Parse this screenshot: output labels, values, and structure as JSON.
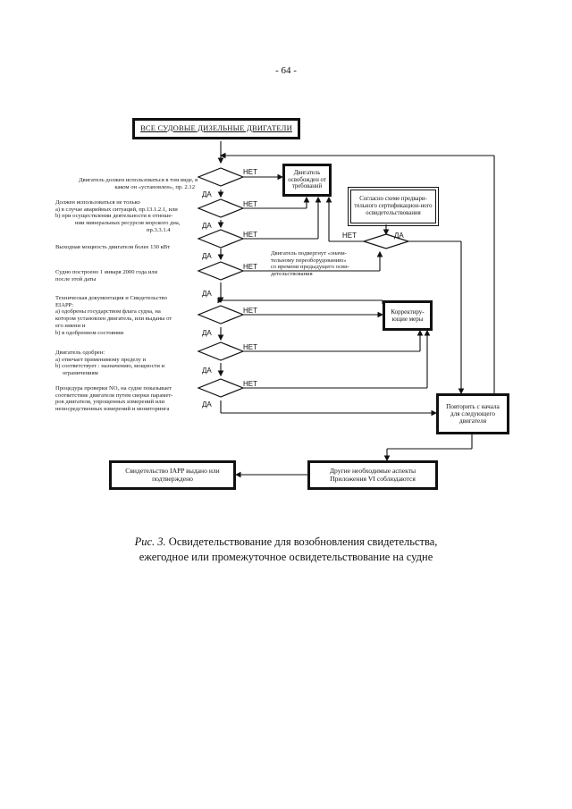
{
  "page_number": "- 64 -",
  "flow": {
    "title": "ВСЕ СУДОВЫЕ ДИЗЕЛЬНЫЕ ДВИГАТЕЛИ",
    "yes": "ДА",
    "no": "НЕТ",
    "questions": [
      [
        "Двигатель должен использоваться в том виде, в",
        "каком он «установлен», пр. 2.12"
      ],
      [
        "Должен использоваться не только",
        "a) в случае аварийных ситуаций, пр.13.1.2.1, или",
        "b) при осуществлении деятельности в отноше-",
        "нии минеральных ресурсов морского дна,",
        "пр.3.3.1.4"
      ],
      [
        "Выходная мощность двигателя более 130 кВт"
      ],
      [
        "Судно построено 1 января 2000 года или",
        "после этой даты"
      ],
      [
        "Техническая документация и Свидетельство",
        "EIAPP:",
        "a) одобрены государством флага судна, на",
        "котором установлен двигатель, или выданы от",
        "его имени и",
        "b) в одобренном состоянии"
      ],
      [
        "Двигатель одобрен:",
        "a) отвечает применимому пределу и",
        "b) соответствует : назначению, мощности и",
        "ограничениям"
      ],
      [
        "Процедура проверки NOₓ на судне показывает",
        "соответствие двигателя путем сверки парамет-",
        "ров двигателя, упрощенных измерений или",
        "непосредственных измерений и мониторинга"
      ]
    ],
    "boxes": {
      "exempt": "Двигатель освобожден от требований",
      "preliminary": "Согласно схеме предвари-тельного сертификацион-ного освидетельствования",
      "modification_q": [
        "Двигатель подвергнут «значи-",
        "тельному переоборудованию»",
        "со времени предыдущего осви-",
        "детельствования"
      ],
      "corrective": "Корректиру-ющие меры",
      "repeat": "Повторить с начала для следующего двигателя",
      "other": "Другие необходимые аспекты Приложения VI соблюдаются",
      "certificate": "Свидетельство IAPP выдано или подтверждено"
    }
  },
  "caption": {
    "label": "Рис. 3.",
    "line1": "Освидетельствование для возобновления свидетельства,",
    "line2": "ежегодное или промежуточное освидетельствование на судне"
  }
}
